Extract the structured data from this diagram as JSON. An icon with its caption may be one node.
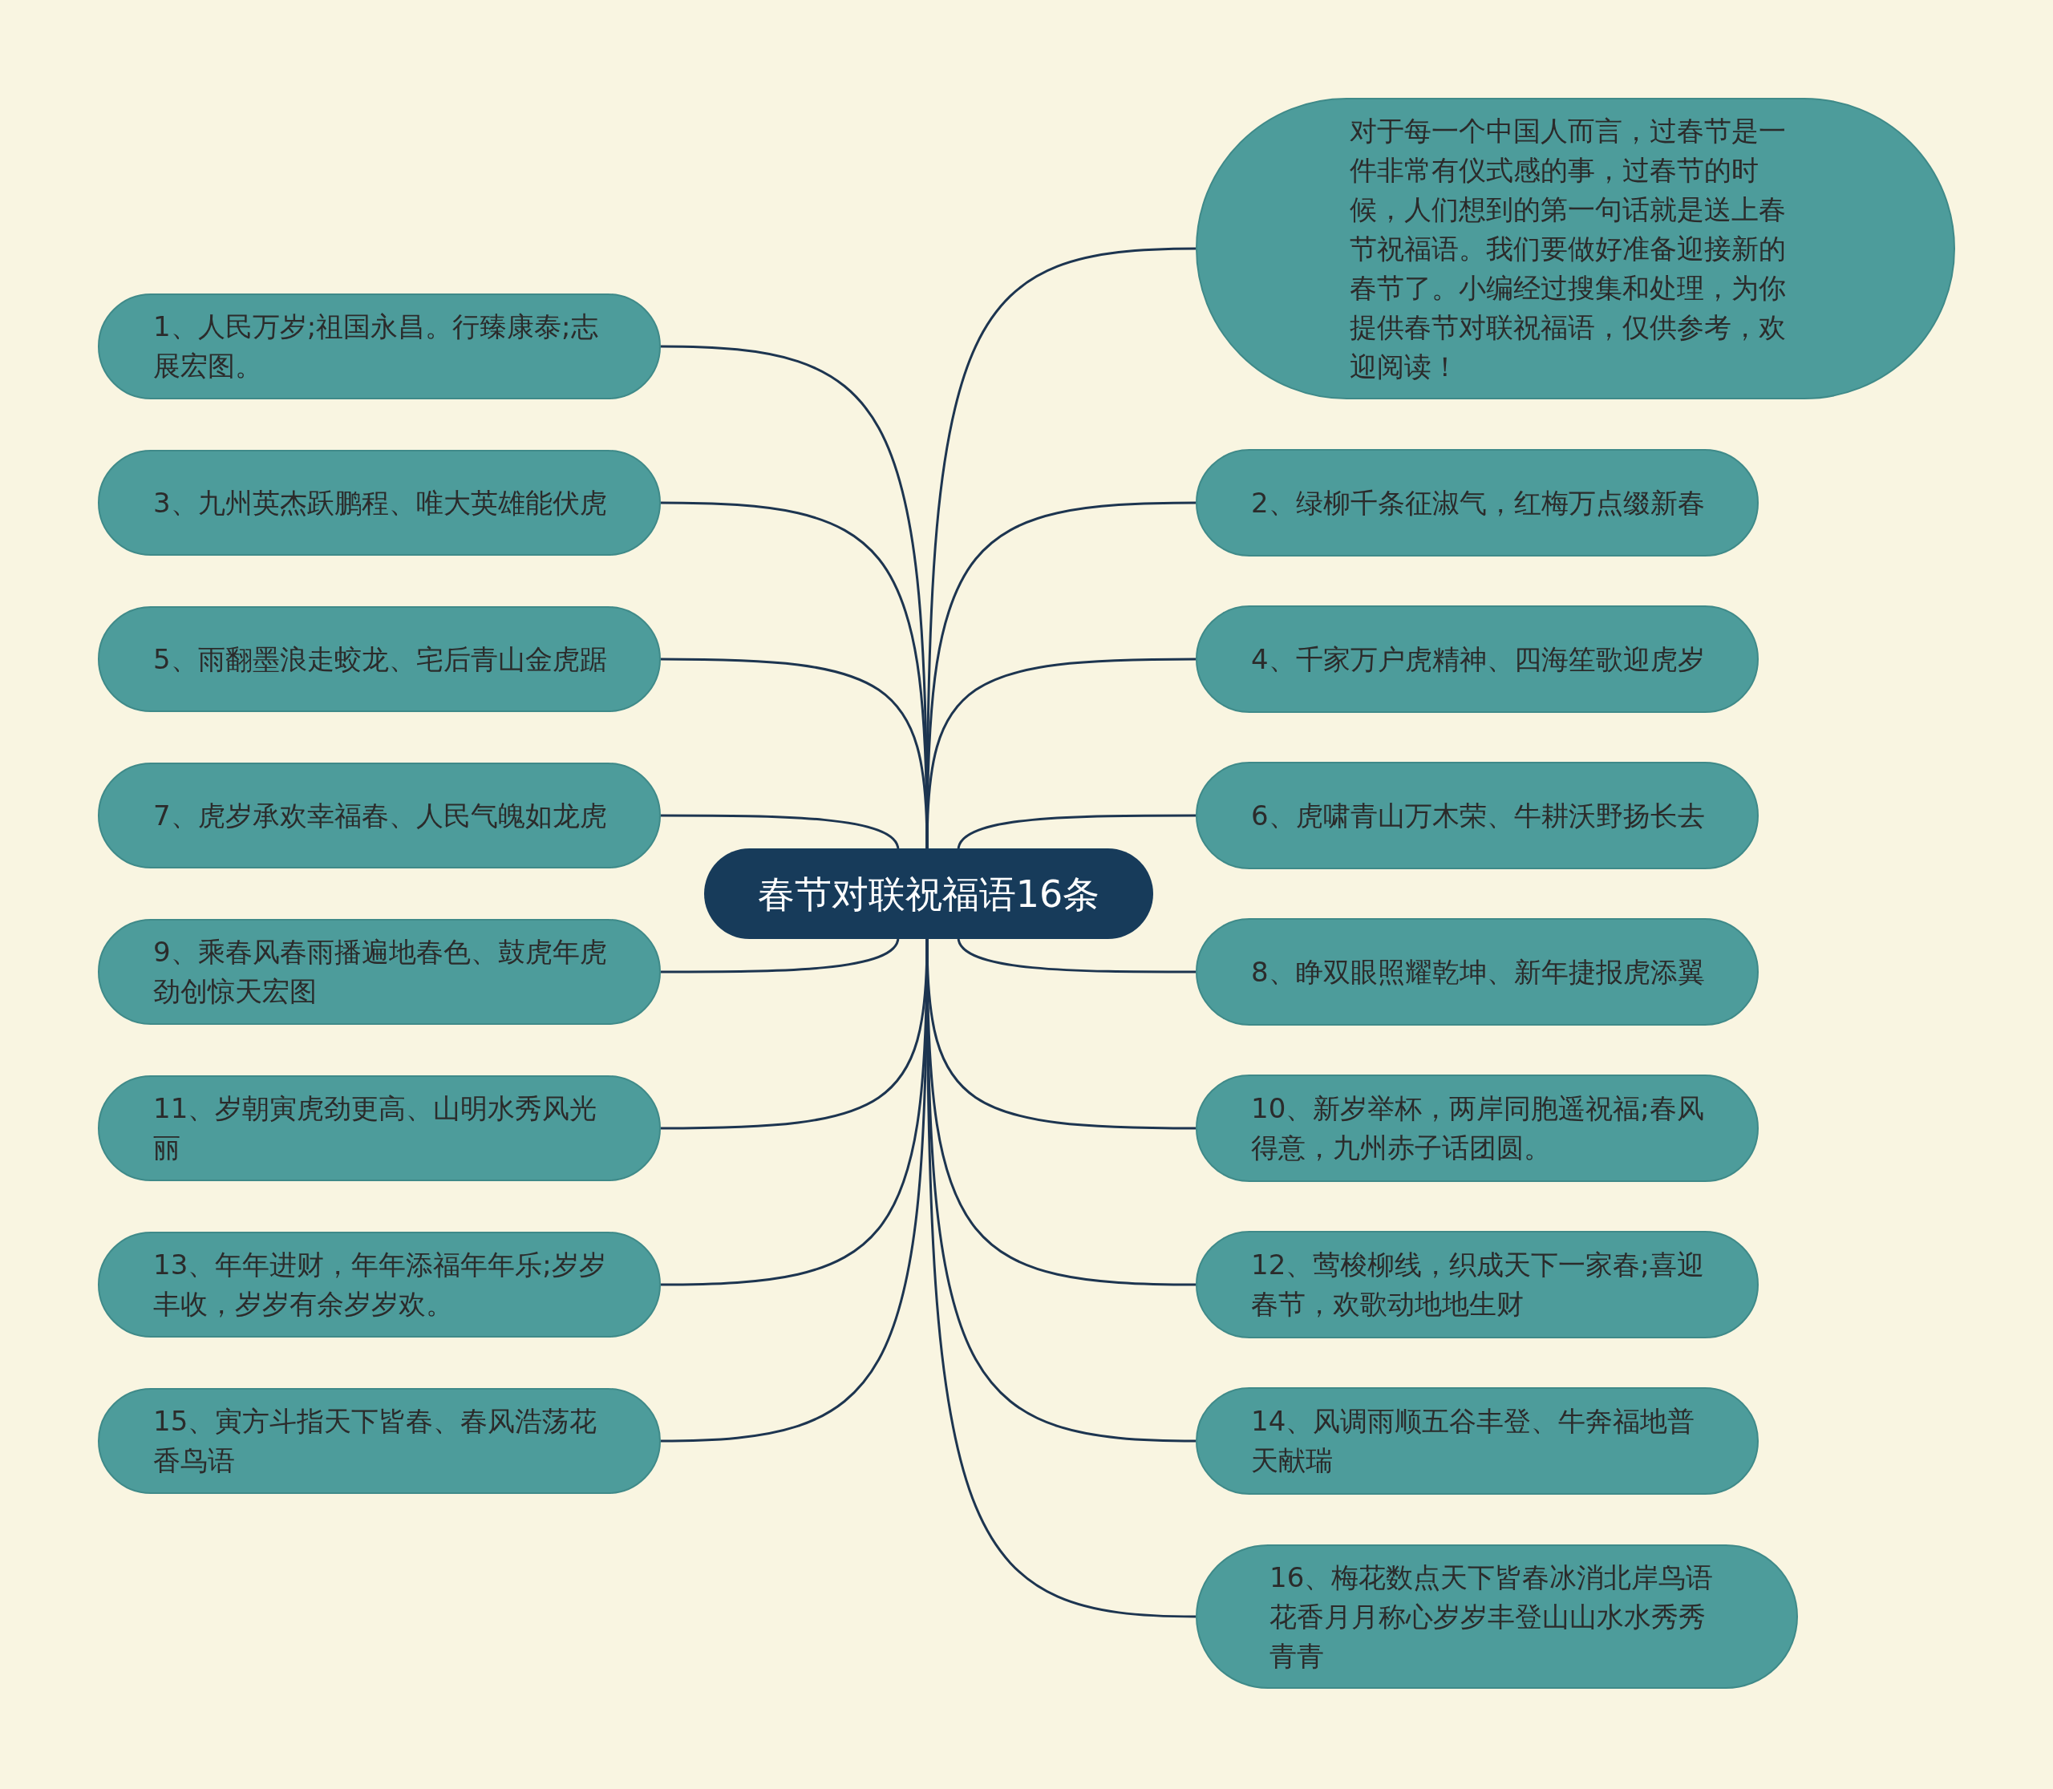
{
  "diagram": {
    "nodes": [
      {
        "text": [
          "春节对联祝福语16条"
        ]
      },
      {
        "text": [
          "对于每一个中国人而言，过春节是一件非常有仪式感的事，过春节的时候，人们想到的第一句话就是送上春节祝福语。我们要做好准备迎接新的春节了。小编经过搜集和处理，为你提供春节对联祝福语，仅供参考，欢迎阅读！"
        ]
      },
      {
        "text": [
          "1、人民万岁;祖国永昌。行臻康泰;志展宏图。"
        ]
      },
      {
        "text": [
          "2、绿柳千条征淑气，红梅万点缀新春"
        ]
      },
      {
        "text": [
          "3、九州英杰跃鹏程、唯大英雄能伏虎"
        ]
      },
      {
        "text": [
          "4、千家万户虎精神、四海笙歌迎虎岁"
        ]
      },
      {
        "text": [
          "5、雨翻墨浪走蛟龙、宅后青山金虎踞"
        ]
      },
      {
        "text": [
          "6、虎啸青山万木荣、牛耕沃野扬长去"
        ]
      },
      {
        "text": [
          "7、虎岁承欢幸福春、人民气魄如龙虎"
        ]
      },
      {
        "text": [
          "8、睁双眼照耀乾坤、新年捷报虎添翼"
        ]
      },
      {
        "text": [
          "9、乘春风春雨播遍地春色、鼓虎年虎劲创惊天宏图"
        ]
      },
      {
        "text": [
          "10、新岁举杯，两岸同胞遥祝福;春风得意，九州赤子话团圆。"
        ]
      },
      {
        "text": [
          "11、岁朝寅虎劲更高、山明水秀风光丽"
        ]
      },
      {
        "text": [
          "12、莺梭柳线，织成天下一家春;喜迎春节，欢歌动地地生财"
        ]
      },
      {
        "text": [
          "13、年年进财，年年添福年年乐;岁岁丰收，岁岁有余岁岁欢。"
        ]
      },
      {
        "text": [
          "14、风调雨顺五谷丰登、牛奔福地普天献瑞"
        ]
      },
      {
        "text": [
          "15、寅方斗指天下皆春、春风浩荡花香鸟语"
        ]
      },
      {
        "text": [
          "16、梅花数点天下皆春冰消北岸鸟语花香月月称心岁岁丰登山山水水秀秀青青"
        ]
      }
    ],
    "edges": [
      {
        "from": 0,
        "to": 1,
        "arrow": "none"
      },
      {
        "from": 0,
        "to": 2,
        "arrow": "none"
      },
      {
        "from": 0,
        "to": 3,
        "arrow": "none"
      },
      {
        "from": 0,
        "to": 4,
        "arrow": "none"
      },
      {
        "from": 0,
        "to": 5,
        "arrow": "none"
      },
      {
        "from": 0,
        "to": 6,
        "arrow": "none"
      },
      {
        "from": 0,
        "to": 7,
        "arrow": "none"
      },
      {
        "from": 0,
        "to": 8,
        "arrow": "none"
      },
      {
        "from": 0,
        "to": 9,
        "arrow": "none"
      },
      {
        "from": 0,
        "to": 10,
        "arrow": "none"
      },
      {
        "from": 0,
        "to": 11,
        "arrow": "none"
      },
      {
        "from": 0,
        "to": 12,
        "arrow": "none"
      },
      {
        "from": 0,
        "to": 13,
        "arrow": "none"
      },
      {
        "from": 0,
        "to": 14,
        "arrow": "none"
      },
      {
        "from": 0,
        "to": 15,
        "arrow": "none"
      },
      {
        "from": 0,
        "to": 16,
        "arrow": "none"
      },
      {
        "from": 0,
        "to": 17,
        "arrow": "none"
      }
    ]
  }
}
